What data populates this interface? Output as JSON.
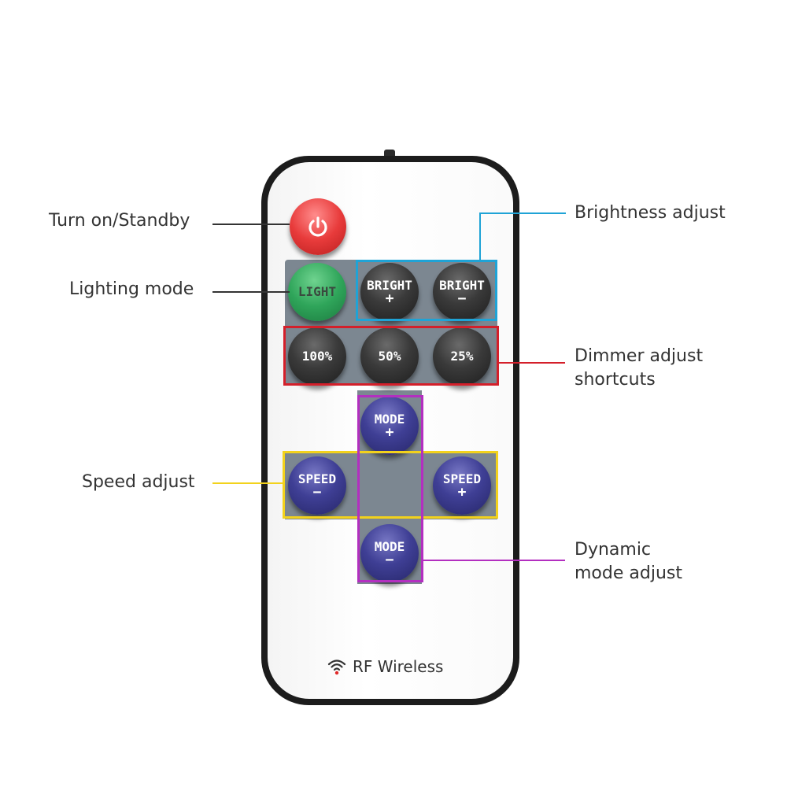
{
  "callouts": {
    "power": "Turn on/Standby",
    "lighting": "Lighting mode",
    "brightness": "Brightness adjust",
    "dimmer_line1": "Dimmer adjust",
    "dimmer_line2": "shortcuts",
    "speed": "Speed adjust",
    "dynamic_line1": "Dynamic",
    "dynamic_line2": "mode adjust"
  },
  "buttons": {
    "light": "LIGHT",
    "bright_plus_top": "BRIGHT",
    "bright_plus_bottom": "+",
    "bright_minus_top": "BRIGHT",
    "bright_minus_bottom": "−",
    "dim_100": "100%",
    "dim_50": "50%",
    "dim_25": "25%",
    "mode_plus_top": "MODE",
    "mode_plus_bottom": "+",
    "mode_minus_top": "MODE",
    "mode_minus_bottom": "−",
    "speed_minus_top": "SPEED",
    "speed_minus_bottom": "−",
    "speed_plus_top": "SPEED",
    "speed_plus_bottom": "+"
  },
  "footer": {
    "label": "RF Wireless",
    "icon": "wifi-icon"
  },
  "colors": {
    "brightness_frame": "#1fa3d6",
    "dimmer_frame": "#d41f2a",
    "speed_frame": "#f2d21c",
    "dynamic_frame": "#b32fc0",
    "power": "#e83b3b",
    "light": "#2fa55a",
    "blue_button": "#3f3f95"
  }
}
